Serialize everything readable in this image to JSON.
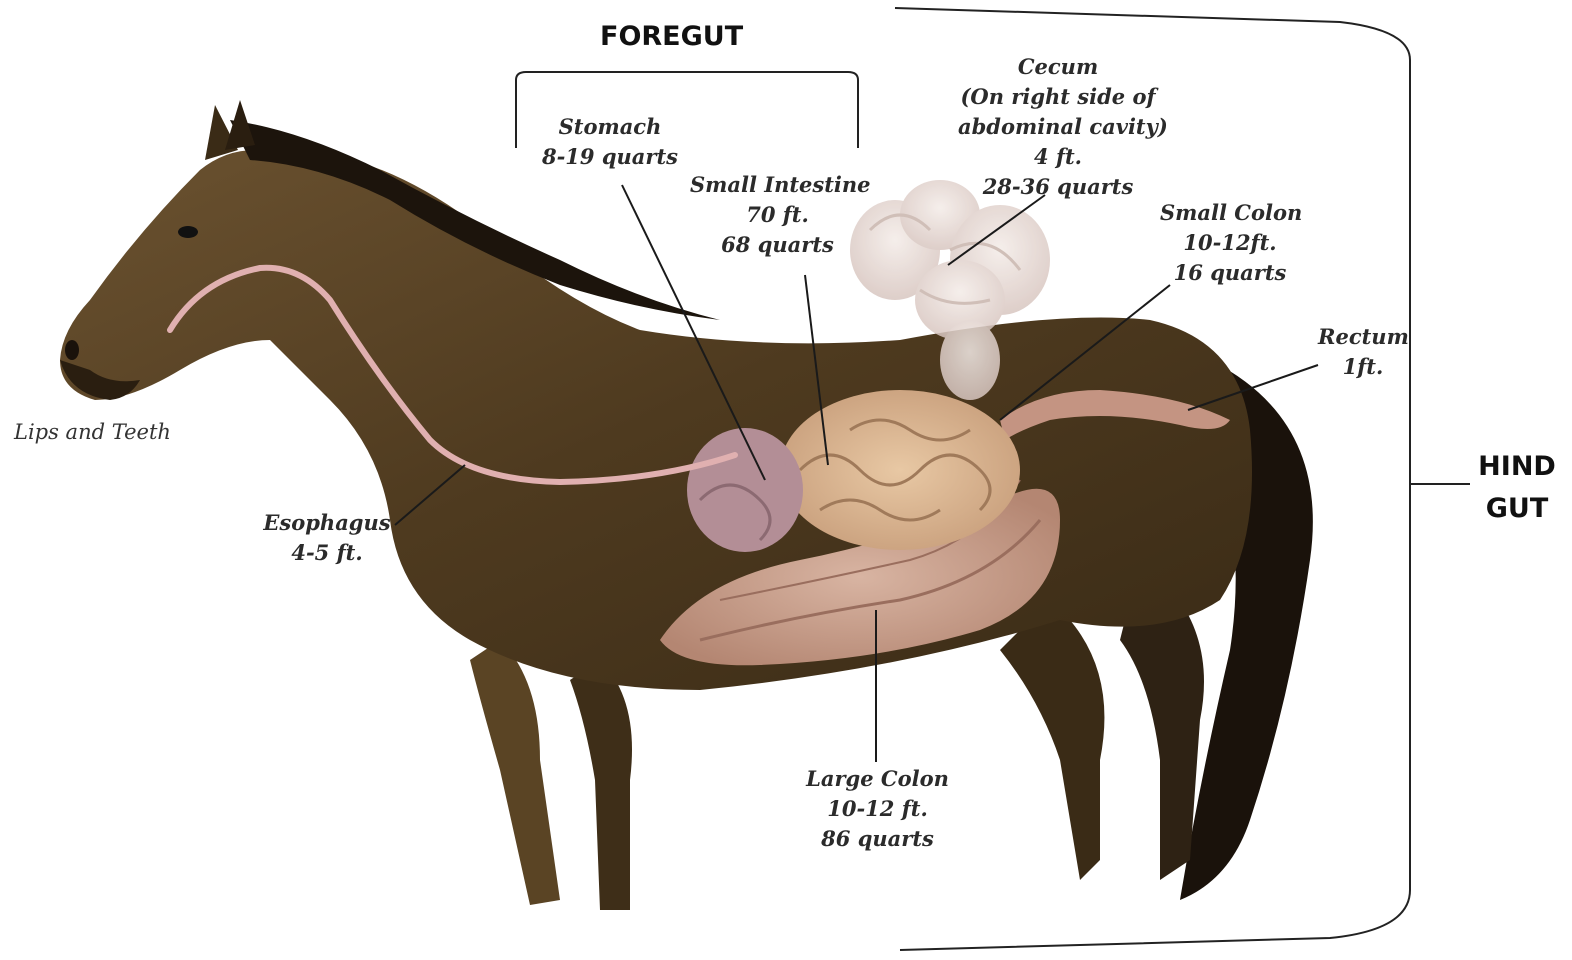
{
  "sections": {
    "foregut": "FOREGUT",
    "hindgut": [
      "HIND",
      "GUT"
    ]
  },
  "labels": {
    "lips": "Lips and Teeth",
    "esophagus": [
      "Esophagus",
      "4-5 ft."
    ],
    "stomach": [
      "Stomach",
      "8-19 quarts"
    ],
    "small_intestine": [
      "Small Intestine",
      "70 ft.",
      "68 quarts"
    ],
    "cecum": [
      "Cecum",
      "(On right side of",
      "abdominal cavity)",
      "4 ft.",
      "28-36 quarts"
    ],
    "small_colon": [
      "Small Colon",
      "10-12ft.",
      "16 quarts"
    ],
    "rectum": [
      "Rectum",
      "1ft."
    ],
    "large_colon": [
      "Large Colon",
      "10-12 ft.",
      "86 quarts"
    ]
  },
  "colors": {
    "coat": "#5a4424",
    "coat_dark": "#2e2214",
    "mane": "#1c140c",
    "esophagus": "#d9a6a6",
    "intestine": "#c99a86",
    "small_intestine": "#d7b08c",
    "cecum": "#e4d6d0",
    "stomach": "#b38e96"
  }
}
